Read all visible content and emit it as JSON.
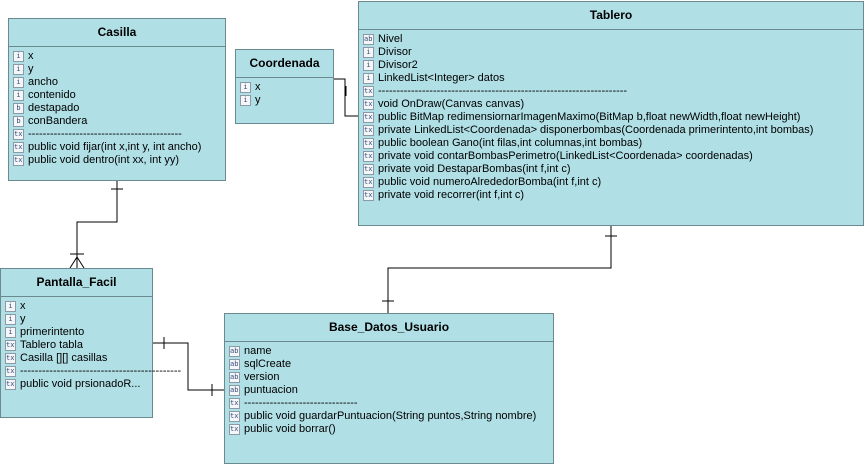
{
  "classes": {
    "casilla": {
      "name": "Casilla",
      "members": [
        {
          "icon": "int-field-icon",
          "glyph": "i",
          "text": "x"
        },
        {
          "icon": "int-field-icon",
          "glyph": "i",
          "text": "y"
        },
        {
          "icon": "int-field-icon",
          "glyph": "i",
          "text": "ancho"
        },
        {
          "icon": "int-field-icon",
          "glyph": "i",
          "text": "contenido"
        },
        {
          "icon": "bool-field-icon",
          "glyph": "b",
          "text": "destapado"
        },
        {
          "icon": "bool-field-icon",
          "glyph": "b",
          "text": "conBandera"
        },
        {
          "icon": "text-field-icon",
          "glyph": "txt",
          "text": "------------------------------------------"
        },
        {
          "icon": "text-field-icon",
          "glyph": "txt",
          "text": "public void fijar(int x,int y, int ancho)"
        },
        {
          "icon": "text-field-icon",
          "glyph": "txt",
          "text": "public void dentro(int xx, int yy)"
        }
      ]
    },
    "coordenada": {
      "name": "Coordenada",
      "members": [
        {
          "icon": "int-field-icon",
          "glyph": "i",
          "text": "x"
        },
        {
          "icon": "int-field-icon",
          "glyph": "i",
          "text": "y"
        }
      ]
    },
    "tablero": {
      "name": "Tablero",
      "members": [
        {
          "icon": "text-field-icon",
          "glyph": "abc",
          "text": "Nivel"
        },
        {
          "icon": "int-field-icon",
          "glyph": "i",
          "text": "Divisor"
        },
        {
          "icon": "int-field-icon",
          "glyph": "i",
          "text": "Divisor2"
        },
        {
          "icon": "int-field-icon",
          "glyph": "i",
          "text": "LinkedList<Integer> datos"
        },
        {
          "icon": "text-field-icon",
          "glyph": "txt",
          "text": "--------------------------------------------------------------------"
        },
        {
          "icon": "text-field-icon",
          "glyph": "txt",
          "text": "void OnDraw(Canvas canvas)"
        },
        {
          "icon": "text-field-icon",
          "glyph": "txt",
          "text": "public BitMap redimensiornarImagenMaximo(BitMap b,float newWidth,float newHeight)"
        },
        {
          "icon": "text-field-icon",
          "glyph": "txt",
          "text": "private LinkedList<Coordenada> disponerbombas(Coordenada primerintento,int bombas)"
        },
        {
          "icon": "text-field-icon",
          "glyph": "txt",
          "text": "public boolean Gano(int filas,int columnas,int bombas)"
        },
        {
          "icon": "text-field-icon",
          "glyph": "txt",
          "text": "private void contarBombasPerimetro(LinkedList<Coordenada> coordenadas)"
        },
        {
          "icon": "text-field-icon",
          "glyph": "txt",
          "text": "private void DestaparBombas(int f,int c)"
        },
        {
          "icon": "text-field-icon",
          "glyph": "txt",
          "text": "public void numeroAlrededorBomba(int f,int c)"
        },
        {
          "icon": "text-field-icon",
          "glyph": "txt",
          "text": "private void recorrer(int f,int c)"
        }
      ]
    },
    "pantalla_facil": {
      "name": "Pantalla_Facil",
      "members": [
        {
          "icon": "int-field-icon",
          "glyph": "i",
          "text": "x"
        },
        {
          "icon": "int-field-icon",
          "glyph": "i",
          "text": "y"
        },
        {
          "icon": "int-field-icon",
          "glyph": "i",
          "text": "primerintento"
        },
        {
          "icon": "text-field-icon",
          "glyph": "txt",
          "text": "Tablero tabla"
        },
        {
          "icon": "text-field-icon",
          "glyph": "txt",
          "text": "Casilla [][] casillas"
        },
        {
          "icon": "text-field-icon",
          "glyph": "txt",
          "text": "--------------------------------------------"
        },
        {
          "icon": "text-field-icon",
          "glyph": "txt",
          "text": "public void prsionadoR..."
        }
      ]
    },
    "base_datos_usuario": {
      "name": "Base_Datos_Usuario",
      "members": [
        {
          "icon": "text-field-icon",
          "glyph": "abc",
          "text": "name"
        },
        {
          "icon": "text-field-icon",
          "glyph": "abc",
          "text": "sqlCreate"
        },
        {
          "icon": "text-field-icon",
          "glyph": "abc",
          "text": "version"
        },
        {
          "icon": "text-field-icon",
          "glyph": "abc",
          "text": "puntuacion"
        },
        {
          "icon": "text-field-icon",
          "glyph": "txt",
          "text": "-------------------------------"
        },
        {
          "icon": "text-field-icon",
          "glyph": "txt",
          "text": "public void guardarPuntuacion(String puntos,String nombre)"
        },
        {
          "icon": "text-field-icon",
          "glyph": "txt",
          "text": "public void borrar()"
        }
      ]
    }
  },
  "colors": {
    "class_fill": "#b0dfe5",
    "class_border": "#6a8a90",
    "line": "#000000"
  }
}
